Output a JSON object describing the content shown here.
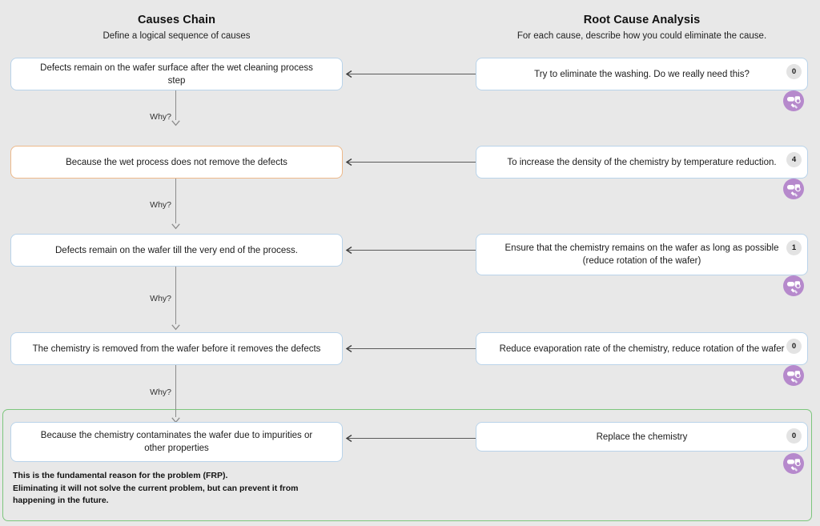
{
  "columns": {
    "left": {
      "title": "Causes Chain",
      "subtitle": "Define a logical sequence of causes"
    },
    "right": {
      "title": "Root Cause Analysis",
      "subtitle": "For each cause, describe how you could eliminate the cause."
    }
  },
  "connector_label": "Why?",
  "rows": [
    {
      "cause": "Defects remain on the wafer surface after the wet cleaning process step",
      "solution": "Try to eliminate the washing. Do we really need this?",
      "badge": "0"
    },
    {
      "cause": "Because the wet process does not remove the defects",
      "solution": "To increase the density of the chemistry by temperature reduction.",
      "badge": "4"
    },
    {
      "cause": "Defects remain on the wafer till the very end of the process.",
      "solution": "Ensure that the chemistry remains on the wafer as long as possible (reduce rotation of the wafer)",
      "badge": "1"
    },
    {
      "cause": "The chemistry is removed from the wafer before it removes the defects",
      "solution": "Reduce evaporation rate of the chemistry, reduce rotation of the wafer",
      "badge": "0"
    },
    {
      "cause": "Because the chemistry contaminates the wafer due to impurities or other properties",
      "solution": "Replace the chemistry",
      "badge": "0"
    }
  ],
  "frp_note": "This is the fundamental reason for the problem (FRP).\nEliminating it will not solve the current problem, but can prevent it from happening in the future.",
  "icons": {
    "avatar": "user-comment-avatar-icon",
    "caret": "arrow-down-icon",
    "arrow": "arrow-left-icon"
  },
  "colors": {
    "background": "#e8e8e8",
    "node_border": "#b9d3ea",
    "node_border_accent": "#edb98a",
    "frp_border": "#7dc67d",
    "badge_bg": "#e3e3e3",
    "avatar_bg": "#b689cc",
    "connector": "#8c8c8c"
  }
}
